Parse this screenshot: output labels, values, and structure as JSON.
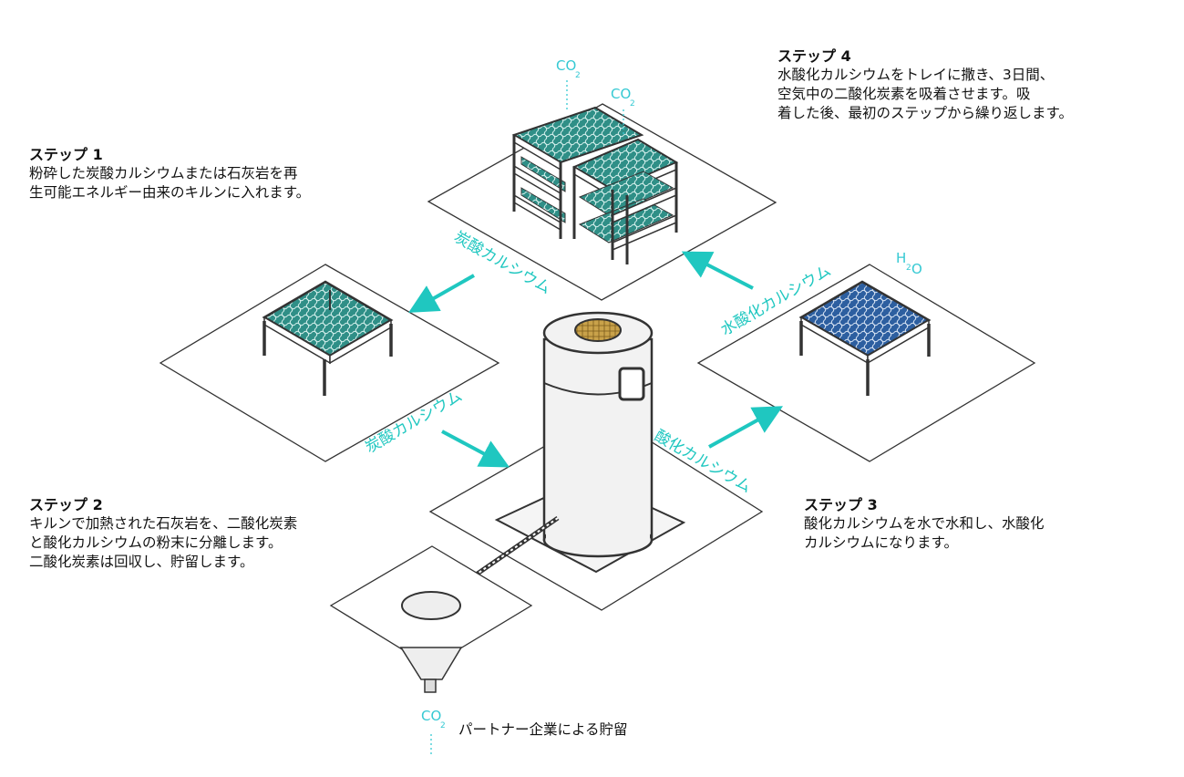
{
  "steps": [
    {
      "title": "ステップ 1",
      "lines": [
        "粉砕した炭酸カルシウムまたは石灰岩を再",
        "生可能エネルギー由来のキルンに入れます。"
      ]
    },
    {
      "title": "ステップ 2",
      "lines": [
        "キルンで加熱された石灰岩を、二酸化炭素",
        "と酸化カルシウムの粉末に分離します。",
        "二酸化炭素は回収し、貯留します。"
      ]
    },
    {
      "title": "ステップ 3",
      "lines": [
        "酸化カルシウムを水で水和し、水酸化",
        "カルシウムになります。"
      ]
    },
    {
      "title": "ステップ 4",
      "lines": [
        "水酸化カルシウムをトレイに撒き、3日間、",
        "空気中の二酸化炭素を吸着させます。吸",
        "着した後、最初のステップから繰り返します。"
      ]
    }
  ],
  "flow_labels": {
    "top_left": "炭酸カルシウム",
    "bottom_left": "炭酸カルシウム",
    "bottom_right": "酸化カルシウム",
    "top_right": "水酸化カルシウム"
  },
  "chem": {
    "co2_a": "CO",
    "co2_b": "CO",
    "co2_c": "CO",
    "sub2": "2",
    "h2o_h": "H",
    "h2o_o": "O"
  },
  "storage_label": "パートナー企業による貯留",
  "colors": {
    "accent": "#1fc7c0",
    "chem": "#35c9d3",
    "mesh_green": "#2f8f87",
    "mesh_blue": "#2d5fa0",
    "kiln": "#f2f2f2",
    "limestone": "#c9a24a"
  }
}
